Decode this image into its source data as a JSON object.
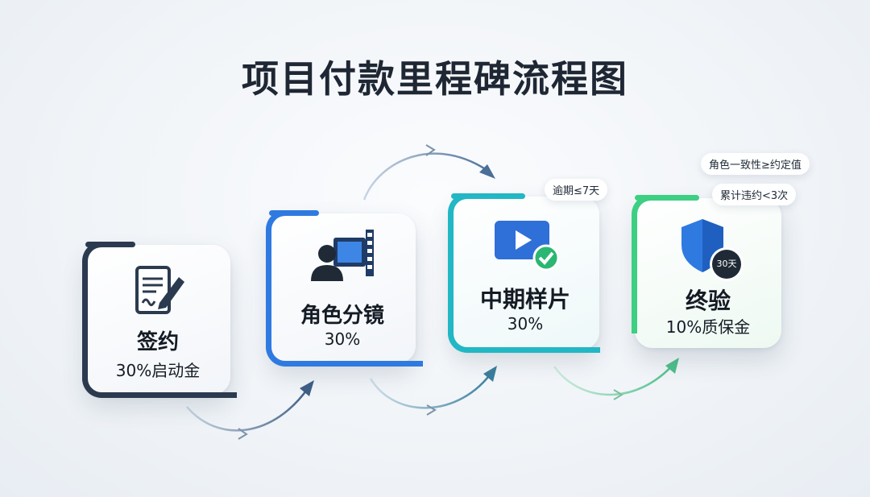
{
  "title": "项目付款里程碑流程图",
  "colors": {
    "step1": "#2b3a4f",
    "step2": "#2f7ae0",
    "step3": "#22b7c4",
    "step4": "#3dcf82",
    "arrow": "#8fa3b8"
  },
  "steps": [
    {
      "name": "签约",
      "payment": "30%启动金",
      "icon": "contract-signing-icon"
    },
    {
      "name": "角色分镜",
      "payment": "30%",
      "icon": "storyboard-person-film-icon"
    },
    {
      "name": "中期样片",
      "payment": "30%",
      "icon": "video-play-check-icon"
    },
    {
      "name": "终验",
      "payment": "10%质保金",
      "icon": "shield-badge-icon"
    }
  ],
  "tags": {
    "step3_tag": "逾期≤7天",
    "step4_tag1": "角色一致性≥约定值",
    "step4_tag2": "累计违约<3次",
    "badge": "30天"
  }
}
